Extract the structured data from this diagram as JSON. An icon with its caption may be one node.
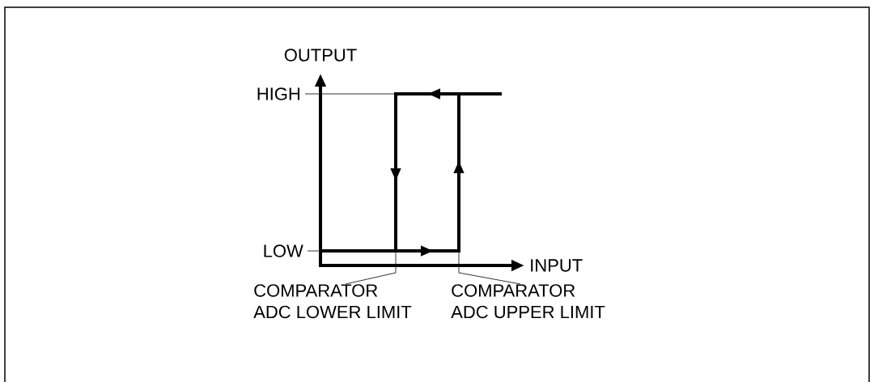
{
  "diagram": {
    "nodes": [
      {
        "text": [
          "COMPARATOR ADC LOWER LIMIT"
        ]
      },
      {
        "text": [
          "COMPARATOR ADC UPPER LIMIT"
        ]
      }
    ],
    "edges": [
      {
        "from": 0,
        "to": null,
        "arrow": "none"
      },
      {
        "from": 1,
        "to": null,
        "arrow": "none"
      }
    ],
    "labels": [
      "OUTPUT",
      "HIGH",
      "LOW",
      "INPUT"
    ]
  }
}
